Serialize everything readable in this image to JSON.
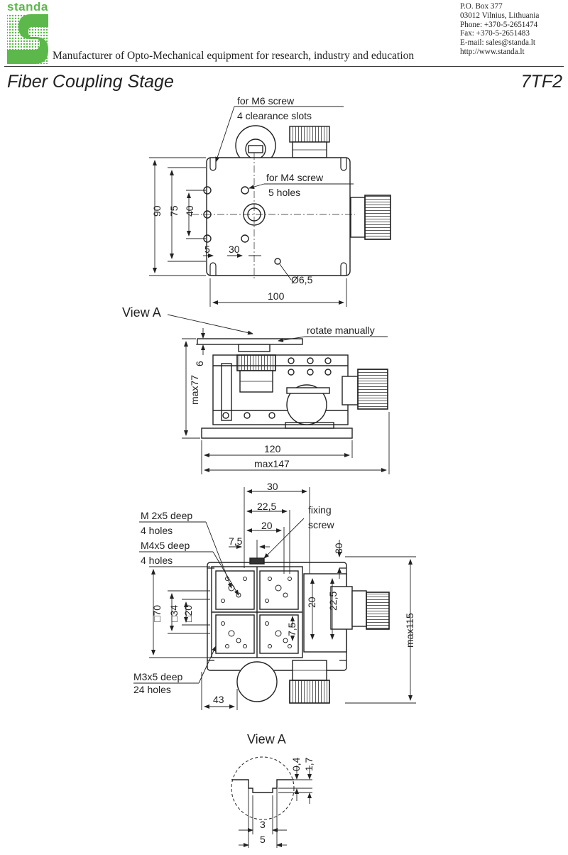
{
  "company": {
    "logo_text": "standa",
    "tagline": "Manufacturer of Opto-Mechanical equipment for research, industry and education",
    "contact": [
      "P.O. Box 377",
      "03012 Vilnius, Lithuania",
      "Phone: +370-5-2651474",
      "Fax: +370-5-2651483",
      "E-mail: sales@standa.lt",
      "http://www.standa.lt"
    ]
  },
  "product": {
    "title": "Fiber Coupling Stage",
    "model": "7TF2"
  },
  "top_view": {
    "callout_m6_line1": "for M6 screw",
    "callout_m6_line2": "4 clearance slots",
    "callout_m4_line1": "for M4 screw",
    "callout_m4_line2": "5 holes",
    "dim_90": "90",
    "dim_75": "75",
    "dim_40": "40",
    "dim_5": "5",
    "dim_30": "30",
    "dim_hole": "Ø6,5",
    "dim_100": "100"
  },
  "side_view": {
    "view_a_label": "View A",
    "rotate_label": "rotate manually",
    "dim_6": "6",
    "dim_max77": "max77",
    "dim_120": "120",
    "dim_max147": "max147"
  },
  "front_view": {
    "dim_30": "30",
    "dim_22_5": "22,5",
    "dim_20": "20",
    "dim_7_5": "7,5",
    "fixing_line1": "fixing",
    "fixing_line2": "screw",
    "m2_line1": "M 2x5 deep",
    "m2_line2": "4 holes",
    "m4_line1": "M4x5 deep",
    "m4_line2": "4 holes",
    "dim_sq70": "□70",
    "dim_sq34": "□34",
    "dim_sq20": "□20",
    "dim_right_30": "30",
    "dim_right_20": "20",
    "dim_right_22_5": "22,5",
    "dim_lower_7_5": "7,5",
    "dim_max115": "max115",
    "m3_line1": "M3x5 deep",
    "m3_line2": "24 holes",
    "dim_43": "43"
  },
  "detail_view": {
    "label": "View A",
    "dim_0_4": "0,4",
    "dim_1_7": "1,7",
    "dim_3": "3",
    "dim_5": "5"
  },
  "colors": {
    "logo_green": "#5cb84a",
    "line": "#222222"
  }
}
